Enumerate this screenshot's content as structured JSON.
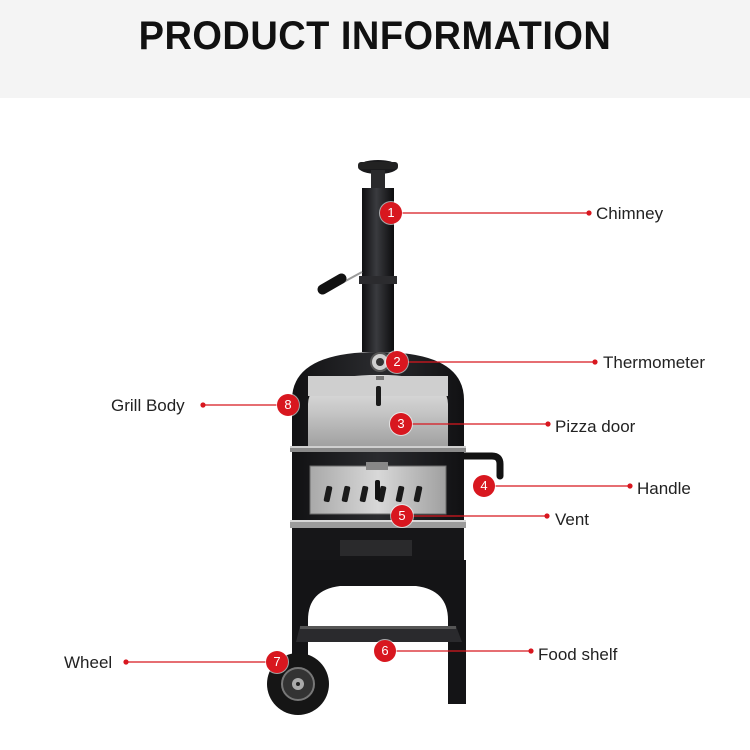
{
  "header": {
    "title": "PRODUCT INFORMATION"
  },
  "callouts": [
    {
      "number": "1",
      "label": "Chimney"
    },
    {
      "number": "2",
      "label": "Thermometer"
    },
    {
      "number": "3",
      "label": "Pizza door"
    },
    {
      "number": "4",
      "label": "Handle"
    },
    {
      "number": "5",
      "label": "Vent"
    },
    {
      "number": "6",
      "label": "Food shelf"
    },
    {
      "number": "7",
      "label": "Wheel"
    },
    {
      "number": "8",
      "label": "Grill Body"
    }
  ],
  "colors": {
    "accent": "#d8171f",
    "oven_body": "#1c1c1e",
    "steel": "#b9b9b9",
    "header_bg": "#f4f4f4"
  }
}
